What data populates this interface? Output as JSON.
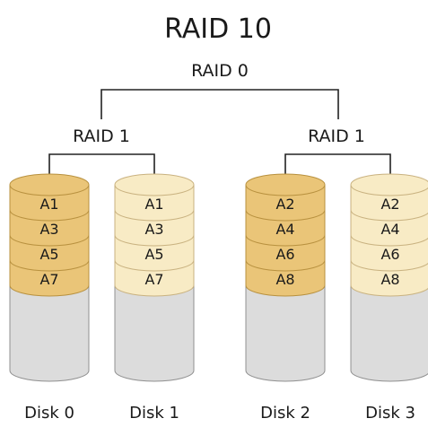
{
  "diagram": {
    "title": "RAID 10",
    "top_level_label": "RAID 0",
    "mirror_groups": [
      {
        "label": "RAID 1",
        "disks": [
          {
            "name": "Disk 0",
            "blocks": [
              "A1",
              "A3",
              "A5",
              "A7"
            ],
            "tone": "dark"
          },
          {
            "name": "Disk 1",
            "blocks": [
              "A1",
              "A3",
              "A5",
              "A7"
            ],
            "tone": "light"
          }
        ]
      },
      {
        "label": "RAID 1",
        "disks": [
          {
            "name": "Disk 2",
            "blocks": [
              "A2",
              "A4",
              "A6",
              "A8"
            ],
            "tone": "dark"
          },
          {
            "name": "Disk 3",
            "blocks": [
              "A2",
              "A4",
              "A6",
              "A8"
            ],
            "tone": "light"
          }
        ]
      }
    ]
  },
  "colors": {
    "block_primary": "#eac578",
    "block_primary_edge": "#b8913f",
    "block_mirror": "#f8ebc5",
    "block_mirror_edge": "#c9b280",
    "disk_body": "#dcdcdc",
    "disk_edge": "#909090",
    "connector": "#222222"
  }
}
